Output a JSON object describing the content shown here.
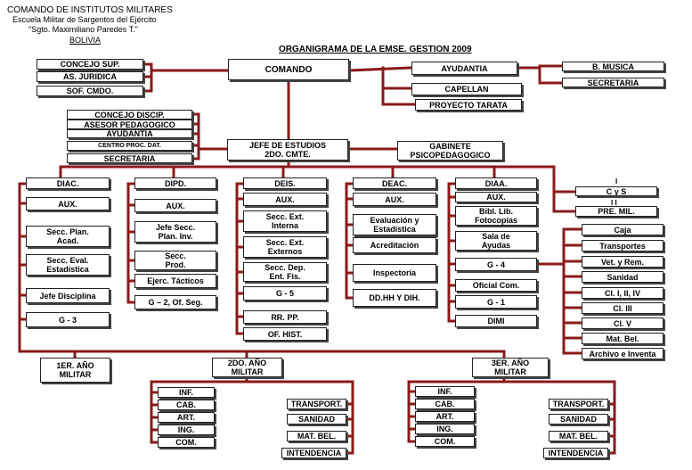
{
  "header": {
    "line1": "COMANDO DE INSTITUTOS MILITARES",
    "line2": "Escuela Militar de Sargentos del Ejército",
    "line3": "\"Sgto. Maximiliano Paredes T.\"",
    "line4": "BOLIVIA"
  },
  "title": "ORGANIGRAMA DE LA EMSE. GESTION 2009",
  "line_color": "#8b1a1a",
  "markers": {
    "cys": "I",
    "premil": "I I"
  },
  "boxes": {
    "comando": "COMANDO",
    "concejo_sup": "CONCEJO SUP.",
    "as_juridica": "AS. JURIDICA",
    "sof_cmdo": "SOF. CMDO.",
    "ayudantia": "AYUDANTIA",
    "b_musica": "B. MUSICA",
    "secretaria_top": "SECRETARIA",
    "capellan": "CAPELLAN",
    "proyecto_tarata": "PROYECTO  TARATA",
    "concejo_discip": "CONCEJO DISCIP.",
    "asesor_pedagogico": "ASESOR PEDAGOGICO",
    "ayudantia_2": "AYUDANTIA",
    "centro_proc_dat": "CENTRO PROC. DAT.",
    "secretaria_2": "SECRETARIA",
    "jefe_estudios": "JEFE DE ESTUDIOS\n2DO. CMTE.",
    "gabinete": "GABINETE\nPSICOPEDAGOGICO",
    "diac": "DIAC.",
    "diac_aux": "AUX.",
    "diac_plan": "Secc. Plan.\nAcad.",
    "diac_eval": "Secc. Eval.\nEstadística",
    "diac_jefe": "Jefe Disciplina",
    "diac_g3": "G - 3",
    "dipd": "DIPD.",
    "dipd_aux": "AUX.",
    "dipd_plan": "Jefe Secc.\nPlan. Inv.",
    "dipd_prod": "Secc.\nProd.",
    "dipd_ejerc": "Ejerc.  Tácticos",
    "dipd_g2": "G – 2, Of. Seg.",
    "deis": "DEIS.",
    "deis_aux": "AUX.",
    "deis_int": "Secc. Ext.\nInterna",
    "deis_ext": "Secc. Ext.\nExternos",
    "deis_dep": "Secc. Dep.\nEnt. Fis.",
    "deis_g5": "G - 5",
    "deis_rr": "RR. PP.",
    "deis_hist": "OF. HIST.",
    "deac": "DEAC.",
    "deac_aux": "AUX.",
    "deac_eval": "Evaluación y\nEstadística",
    "deac_acred": "Acreditación",
    "deac_insp": "Inspectoría",
    "deac_dd": "DD.HH Y DIH.",
    "diaa": "DIAA.",
    "diaa_aux": "AUX.",
    "diaa_bibl": "Bibl. Lib.\nFotocopias",
    "diaa_sala": "Sala de\nAyudas",
    "diaa_g4": "G - 4",
    "diaa_oficial": "Oficial Com.",
    "diaa_g1": "G - 1",
    "diaa_dimi": "DIMI",
    "cys": "C y S",
    "premil": "PRE. MIL.",
    "caja": "Caja",
    "transportes": "Transportes",
    "vet": "Vet. y Rem.",
    "sanidad": "Sanidad",
    "cl1": "Cl. I, II, IV",
    "cl3": "Cl. III",
    "cl5": "Cl. V",
    "matbel": "Mat. Bel.",
    "archivo": "Archivo e  Inventa",
    "y1": "1ER. AÑO\nMILITAR",
    "y2": "2DO. AÑO\nMILITAR",
    "y3": "3ER. AÑO\nMILITAR",
    "y2_inf": "INF.",
    "y2_cab": "CAB.",
    "y2_art": "ART.",
    "y2_ing": "ING.",
    "y2_com": "COM.",
    "y2_transp": "TRANSPORT.",
    "y2_san": "SANIDAD",
    "y2_mat": "MAT. BEL.",
    "y2_int": "INTENDENCIA",
    "y3_inf": "INF.",
    "y3_cab": "CAB.",
    "y3_art": "ART.",
    "y3_ing": "ING.",
    "y3_com": "COM.",
    "y3_transp": "TRANSPORT.",
    "y3_san": "SANIDAD",
    "y3_mat": "MAT. BEL.",
    "y3_int": "INTENDENCIA"
  }
}
